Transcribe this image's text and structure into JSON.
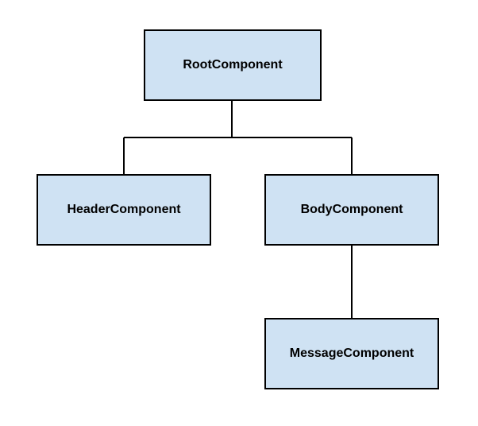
{
  "diagram": {
    "nodes": {
      "root": "RootComponent",
      "header": "HeaderComponent",
      "body": "BodyComponent",
      "message": "MessageComponent"
    },
    "edges": [
      {
        "from": "RootComponent",
        "to": "HeaderComponent"
      },
      {
        "from": "RootComponent",
        "to": "BodyComponent"
      },
      {
        "from": "BodyComponent",
        "to": "MessageComponent"
      }
    ],
    "colors": {
      "node_fill": "#cfe2f3",
      "stroke": "#000000"
    }
  }
}
